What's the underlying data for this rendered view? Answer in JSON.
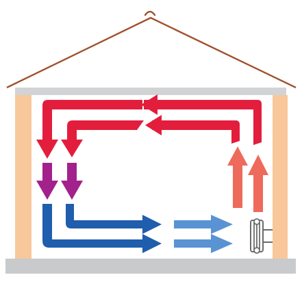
{
  "diagram": {
    "subject": "house-air-circulation",
    "colors": {
      "roof": "#A0522D",
      "ceiling": "#D1D3D4",
      "walls": "#F8C79A",
      "floor": "#C8CACC",
      "hot_air": "#E31E3C",
      "warm_rising_air": "#EE6A5B",
      "cooling_air": "#A3218C",
      "cold_air": "#1F5DAD",
      "fresh_air": "#5A93D3",
      "radiator_stroke": "#6B6B6B",
      "radiator_fill": "#FFFFFF"
    },
    "icons": [
      "roof-hook-icon",
      "radiator-icon"
    ],
    "flows": [
      {
        "id": "hot-air-upper",
        "color_key": "hot_air"
      },
      {
        "id": "hot-air-lower",
        "color_key": "hot_air"
      },
      {
        "id": "cooling-air-down",
        "color_key": "cooling_air"
      },
      {
        "id": "cold-air-floor",
        "color_key": "cold_air"
      },
      {
        "id": "fresh-air-inflow",
        "color_key": "fresh_air"
      },
      {
        "id": "warm-air-rising",
        "color_key": "warm_rising_air"
      }
    ]
  }
}
